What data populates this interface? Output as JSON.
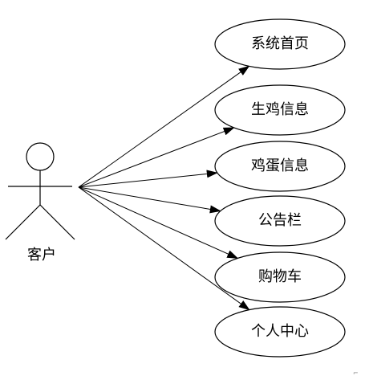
{
  "actor": {
    "label": "客户"
  },
  "use_cases": [
    {
      "label": "系统首页"
    },
    {
      "label": "生鸡信息"
    },
    {
      "label": "鸡蛋信息"
    },
    {
      "label": "公告栏"
    },
    {
      "label": "购物车"
    },
    {
      "label": "个人中心"
    }
  ]
}
